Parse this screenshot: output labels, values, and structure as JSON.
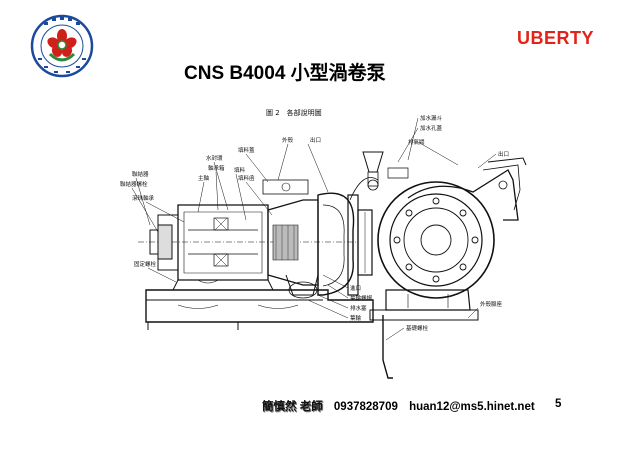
{
  "header": {
    "brand": "UBERTY",
    "title": "CNS B4004 小型渦卷泵"
  },
  "drawing": {
    "caption": "圖 2　各部說明圖",
    "labels": {
      "seal_oil_cup": "加水漏斗",
      "seal_cover": "加水孔蓋",
      "exhaust_valve": "排氣閥",
      "outlet_top": "出口",
      "casing": "外殼",
      "outlet_mid": "出口",
      "packing_gland": "填料蓋",
      "lantern_ring": "水封環",
      "bearing_housing": "軸承箱",
      "packing": "填料",
      "shaft": "主軸",
      "packing_box": "填料函",
      "coupling": "聯結器",
      "coupling_bolt": "聯結器螺栓",
      "bearing": "滾珠軸承",
      "foundation_bolt": "固定螺栓",
      "inlet": "進口",
      "impeller_nut": "葉輪螺帽",
      "drain_plug": "排水塞",
      "impeller": "葉輪",
      "base_bolt": "基礎螺栓",
      "casing_foot": "外殼腳座"
    }
  },
  "footer": {
    "author": "簡慎然 老師",
    "phone": "0937828709",
    "email": "huan12@ms5.hinet.net",
    "page": "5"
  },
  "colors": {
    "brand": "#e2231a",
    "logo_ring": "#1b4a9c",
    "logo_flower": "#d0201a",
    "logo_leaf": "#2c8a3a"
  }
}
